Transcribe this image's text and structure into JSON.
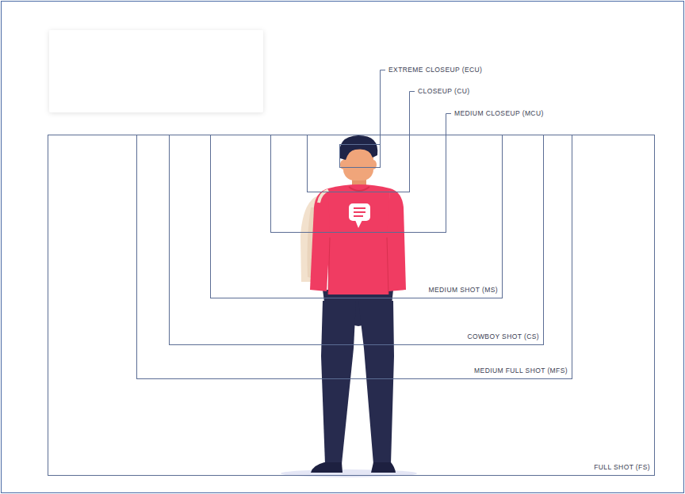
{
  "diagram": {
    "nodes": [
      {
        "text": [
          "FULL SHOT (FS)"
        ]
      },
      {
        "text": [
          "MEDIUM FULL SHOT (MFS)"
        ],
        "in": 0
      },
      {
        "text": [
          "COWBOY SHOT (CS)"
        ],
        "in": 1
      },
      {
        "text": [
          "MEDIUM SHOT (MS)"
        ],
        "in": 2
      },
      {
        "text": [
          "MEDIUM CLOSEUP (MCU)"
        ],
        "in": 3
      },
      {
        "text": [
          "CLOSEUP (CU)"
        ],
        "in": 4
      },
      {
        "text": [
          "EXTREME CLOSEUP (ECU)"
        ],
        "in": 5
      }
    ]
  }
}
